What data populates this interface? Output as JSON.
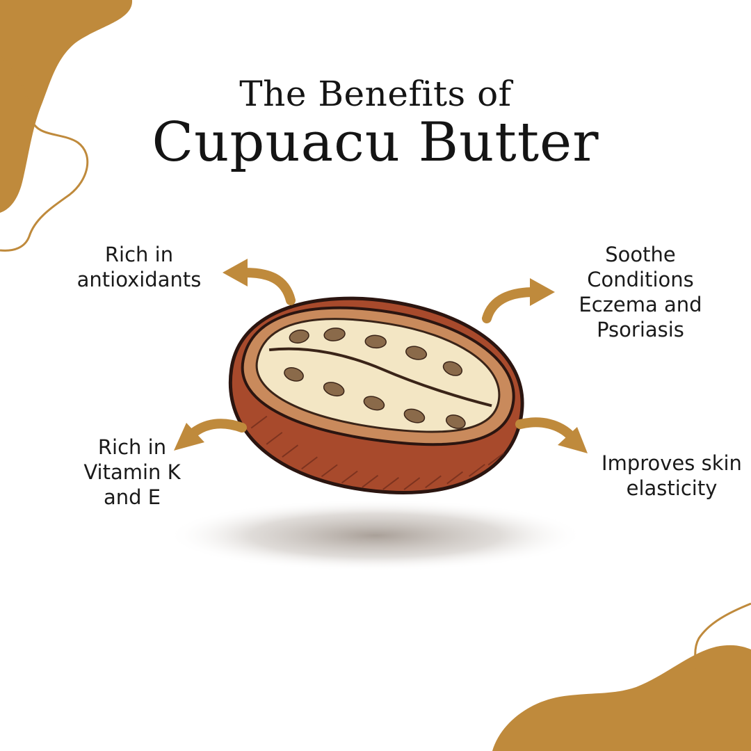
{
  "title": {
    "line1": "The Benefits of",
    "line2": "Cupuacu Butter"
  },
  "benefits": {
    "top_left": [
      "Rich in",
      "antioxidants"
    ],
    "top_right": [
      "Soothe",
      "Conditions",
      "Eczema and",
      "Psoriasis"
    ],
    "bottom_left": [
      "Rich in",
      "Vitamin K",
      "and E"
    ],
    "bottom_right": [
      "Improves skin",
      "elasticity"
    ]
  },
  "colors": {
    "accent": "#BF8A3C",
    "text": "#141414",
    "background": "#FFFFFF",
    "shell": "#A84A2C",
    "pulp": "#F3E6C4"
  },
  "icons": [
    "curved-arrow-icon",
    "cupuacu-fruit-illustration"
  ]
}
